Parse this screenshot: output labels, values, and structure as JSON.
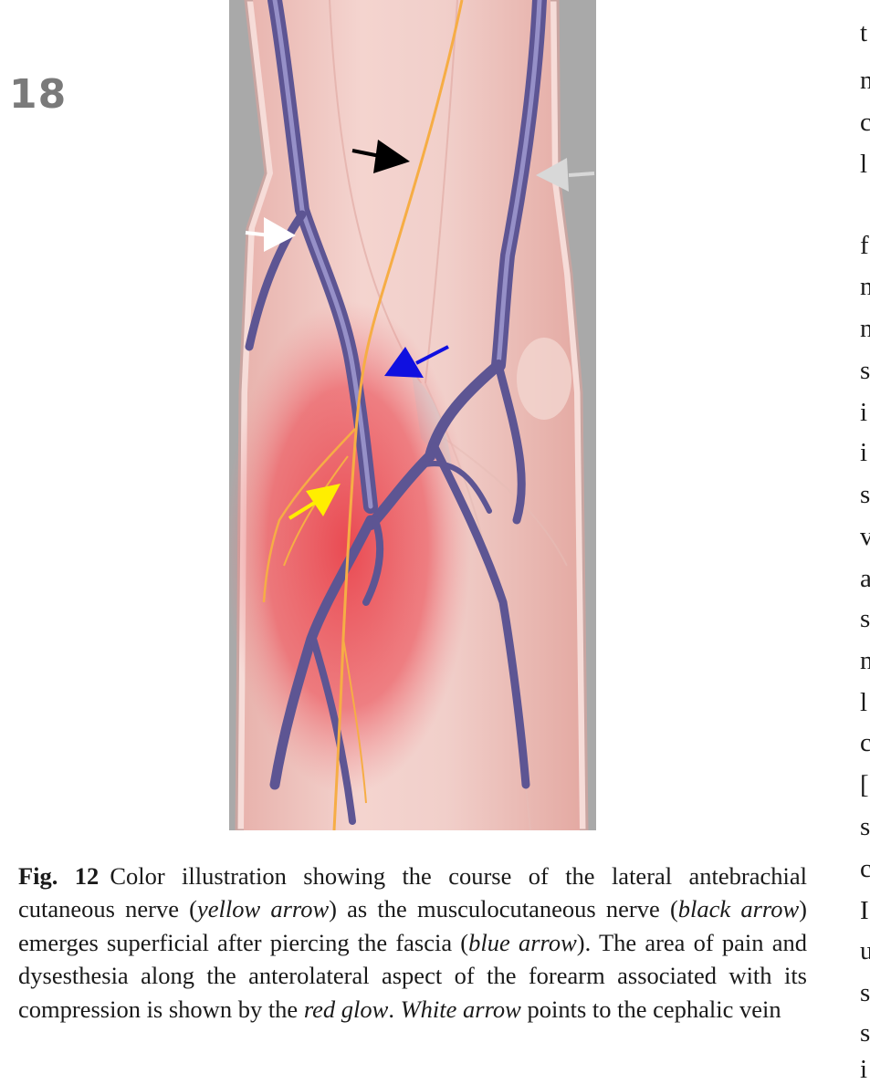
{
  "page": {
    "number": "18"
  },
  "figure": {
    "caption": {
      "label": "Fig. 12",
      "p1": "Color illustration showing the course of the lateral antebrachial cutaneous nerve (",
      "yellow_arrow": "yellow arrow",
      "p2": ") as the musculocutaneous nerve (",
      "black_arrow": "black arrow",
      "p3": ") emerges superficial after piercing the fascia (",
      "blue_arrow": "blue arrow",
      "p4": "). The area of pain and dysesthesia along the anterolateral aspect of the forearm associated with its compression is shown by the ",
      "red_glow": "red glow",
      "p5": ". ",
      "white_arrow": "White arrow",
      "p6": " points to the cephalic vein"
    },
    "colors": {
      "background": "#a9a9a9",
      "skin": "#f2c9c4",
      "vein": "#6a63a0",
      "nerve": "#f5a93c",
      "red_glow": "#ea4a52",
      "yellow_arrow": "#ffee00",
      "black_arrow": "#000000",
      "blue_arrow": "#1010e0",
      "white_arrow": "#ffffff",
      "gray_arrow": "#d8d8d8"
    }
  },
  "right_column": {
    "letters": [
      "t",
      "n",
      "c",
      "l",
      "f",
      "n",
      "n",
      "s",
      "i",
      "i",
      "s",
      "v",
      "a",
      "s",
      "n",
      "l",
      "c",
      "[",
      "s",
      "c",
      "I",
      "u",
      "s",
      "s",
      "i"
    ]
  }
}
